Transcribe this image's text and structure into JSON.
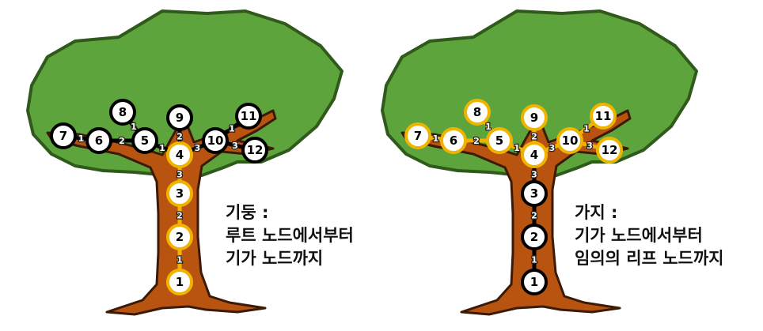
{
  "colors": {
    "foliage": "#5ea43c",
    "foliage_outline": "#2f5a1c",
    "trunk": "#b8540f",
    "trunk_outline": "#3b1b05",
    "node_fill": "#ffffff",
    "node_black": "#000000",
    "node_gold": "#f0b400",
    "label_white": "#ffffff"
  },
  "trees": [
    {
      "caption": {
        "line1": "기둥 :",
        "line2": "루트 노드에서부터",
        "line3": "기가 노드까지"
      },
      "nodes": [
        {
          "id": 1,
          "label": "1",
          "style": "gold"
        },
        {
          "id": 2,
          "label": "2",
          "style": "gold"
        },
        {
          "id": 3,
          "label": "3",
          "style": "gold"
        },
        {
          "id": 4,
          "label": "4",
          "style": "gold"
        },
        {
          "id": 5,
          "label": "5",
          "style": "black"
        },
        {
          "id": 6,
          "label": "6",
          "style": "black"
        },
        {
          "id": 7,
          "label": "7",
          "style": "black"
        },
        {
          "id": 8,
          "label": "8",
          "style": "black"
        },
        {
          "id": 9,
          "label": "9",
          "style": "black"
        },
        {
          "id": 10,
          "label": "10",
          "style": "black"
        },
        {
          "id": 11,
          "label": "11",
          "style": "black"
        },
        {
          "id": 12,
          "label": "12",
          "style": "black"
        }
      ],
      "edges": [
        {
          "from": 1,
          "to": 2,
          "label": "1"
        },
        {
          "from": 2,
          "to": 3,
          "label": "2"
        },
        {
          "from": 3,
          "to": 4,
          "label": "3"
        },
        {
          "from": 4,
          "to": 9,
          "label": "2"
        },
        {
          "from": 4,
          "to": 5,
          "label": "1"
        },
        {
          "from": 5,
          "to": 6,
          "label": "2"
        },
        {
          "from": 6,
          "to": 7,
          "label": "1"
        },
        {
          "from": 5,
          "to": 8,
          "label": "1"
        },
        {
          "from": 4,
          "to": 10,
          "label": "3"
        },
        {
          "from": 10,
          "to": 11,
          "label": "1"
        },
        {
          "from": 10,
          "to": 12,
          "label": "3"
        }
      ]
    },
    {
      "caption": {
        "line1": "가지 :",
        "line2": "기가 노드에서부터",
        "line3": "임의의 리프 노드까지"
      },
      "nodes": [
        {
          "id": 1,
          "label": "1",
          "style": "black"
        },
        {
          "id": 2,
          "label": "2",
          "style": "black"
        },
        {
          "id": 3,
          "label": "3",
          "style": "black"
        },
        {
          "id": 4,
          "label": "4",
          "style": "gold"
        },
        {
          "id": 5,
          "label": "5",
          "style": "gold"
        },
        {
          "id": 6,
          "label": "6",
          "style": "gold"
        },
        {
          "id": 7,
          "label": "7",
          "style": "gold"
        },
        {
          "id": 8,
          "label": "8",
          "style": "gold"
        },
        {
          "id": 9,
          "label": "9",
          "style": "gold"
        },
        {
          "id": 10,
          "label": "10",
          "style": "gold"
        },
        {
          "id": 11,
          "label": "11",
          "style": "gold"
        },
        {
          "id": 12,
          "label": "12",
          "style": "gold"
        }
      ],
      "edges": [
        {
          "from": 1,
          "to": 2,
          "label": "1"
        },
        {
          "from": 2,
          "to": 3,
          "label": "2"
        },
        {
          "from": 3,
          "to": 4,
          "label": "3"
        },
        {
          "from": 4,
          "to": 9,
          "label": "2"
        },
        {
          "from": 4,
          "to": 5,
          "label": "1"
        },
        {
          "from": 5,
          "to": 6,
          "label": "2"
        },
        {
          "from": 6,
          "to": 7,
          "label": "1"
        },
        {
          "from": 5,
          "to": 8,
          "label": "1"
        },
        {
          "from": 4,
          "to": 10,
          "label": "3"
        },
        {
          "from": 10,
          "to": 11,
          "label": "1"
        },
        {
          "from": 10,
          "to": 12,
          "label": "3"
        }
      ]
    }
  ]
}
